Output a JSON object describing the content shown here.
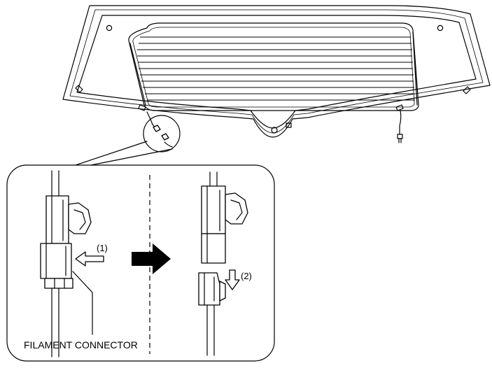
{
  "labels": {
    "filament_connector": "FILAMENT CONNECTOR",
    "step1": "(1)",
    "step2": "(2)"
  }
}
